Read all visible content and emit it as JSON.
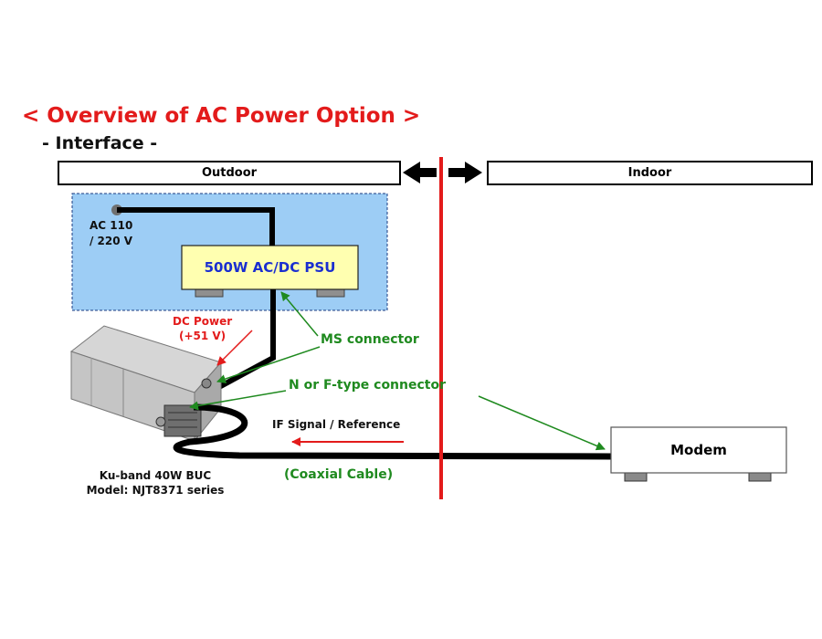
{
  "title": "< Overview of AC Power Option >",
  "subtitle": "- Interface -",
  "zones": {
    "outdoor": "Outdoor",
    "indoor": "Indoor"
  },
  "ac_input": {
    "line1": "AC 110",
    "line2": "/ 220 V"
  },
  "psu": {
    "label": "500W AC/DC PSU"
  },
  "dc_power": {
    "line1": "DC Power",
    "line2": "(+51 V)"
  },
  "ms_connector": "MS connector",
  "n_connector": "N or F-type connector",
  "if_signal": "IF Signal / Reference",
  "coax": "(Coaxial Cable)",
  "modem": "Modem",
  "buc": {
    "line1": "Ku-band 40W BUC",
    "line2": "Model: NJT8371 series"
  },
  "colors": {
    "title": "#e31b1b",
    "divider": "#e31b1b",
    "outdoor_area": "#9dcdf5",
    "psu_fill": "#ffffb0",
    "callout_green": "#1f8a1f",
    "psu_text": "#1a2ed0"
  }
}
